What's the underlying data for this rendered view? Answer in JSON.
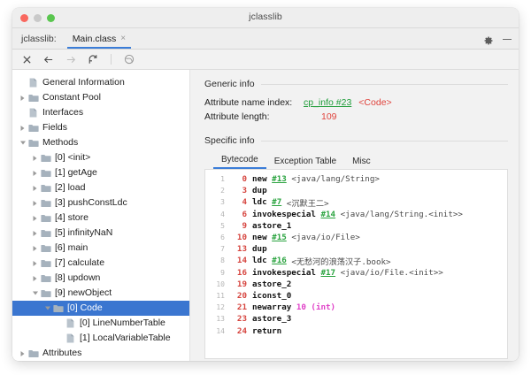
{
  "window": {
    "title": "jclasslib",
    "traffic_lights": [
      "close-red",
      "minimize-yellow",
      "zoom-green"
    ]
  },
  "tabbar": {
    "project_label": "jclasslib:",
    "tab_label": "Main.class",
    "tab_close": "×",
    "settings_icon": "gear-icon",
    "minimize_icon": "minimize-icon"
  },
  "toolbar": {
    "items": [
      {
        "name": "close-icon",
        "glyph": "✕"
      },
      {
        "name": "back-icon",
        "glyph": "←"
      },
      {
        "name": "forward-icon",
        "glyph": "→"
      },
      {
        "name": "reload-icon",
        "glyph": "↻"
      },
      {
        "name": "browse-icon",
        "glyph": "◎"
      }
    ]
  },
  "tree": {
    "items": [
      {
        "label": "General Information",
        "indent": 0,
        "icon": "file-icon",
        "twisty": "none"
      },
      {
        "label": "Constant Pool",
        "indent": 0,
        "icon": "folder-icon",
        "twisty": "collapsed"
      },
      {
        "label": "Interfaces",
        "indent": 0,
        "icon": "file-icon",
        "twisty": "none"
      },
      {
        "label": "Fields",
        "indent": 0,
        "icon": "folder-icon",
        "twisty": "collapsed"
      },
      {
        "label": "Methods",
        "indent": 0,
        "icon": "folder-icon",
        "twisty": "expanded"
      },
      {
        "label": "[0] <init>",
        "indent": 1,
        "icon": "folder-icon",
        "twisty": "collapsed"
      },
      {
        "label": "[1] getAge",
        "indent": 1,
        "icon": "folder-icon",
        "twisty": "collapsed"
      },
      {
        "label": "[2] load",
        "indent": 1,
        "icon": "folder-icon",
        "twisty": "collapsed"
      },
      {
        "label": "[3] pushConstLdc",
        "indent": 1,
        "icon": "folder-icon",
        "twisty": "collapsed"
      },
      {
        "label": "[4] store",
        "indent": 1,
        "icon": "folder-icon",
        "twisty": "collapsed"
      },
      {
        "label": "[5] infinityNaN",
        "indent": 1,
        "icon": "folder-icon",
        "twisty": "collapsed"
      },
      {
        "label": "[6] main",
        "indent": 1,
        "icon": "folder-icon",
        "twisty": "collapsed"
      },
      {
        "label": "[7] calculate",
        "indent": 1,
        "icon": "folder-icon",
        "twisty": "collapsed"
      },
      {
        "label": "[8] updown",
        "indent": 1,
        "icon": "folder-icon",
        "twisty": "collapsed"
      },
      {
        "label": "[9] newObject",
        "indent": 1,
        "icon": "folder-icon",
        "twisty": "expanded"
      },
      {
        "label": "[0] Code",
        "indent": 2,
        "icon": "folder-icon",
        "twisty": "expanded",
        "selected": true
      },
      {
        "label": "[0] LineNumberTable",
        "indent": 3,
        "icon": "file-icon",
        "twisty": "none"
      },
      {
        "label": "[1] LocalVariableTable",
        "indent": 3,
        "icon": "file-icon",
        "twisty": "none"
      },
      {
        "label": "Attributes",
        "indent": 0,
        "icon": "folder-icon",
        "twisty": "collapsed"
      }
    ]
  },
  "detail": {
    "generic_title": "Generic info",
    "specific_title": "Specific info",
    "attr_name_index_key": "Attribute name index:",
    "attr_name_index_link": "cp_info #23",
    "attr_name_index_val": "<Code>",
    "attr_length_key": "Attribute length:",
    "attr_length_val": "109",
    "tabs": [
      {
        "label": "Bytecode",
        "active": true
      },
      {
        "label": "Exception Table",
        "active": false
      },
      {
        "label": "Misc",
        "active": false
      }
    ]
  },
  "bytecode": {
    "lines": [
      {
        "n": "1",
        "offset": "0",
        "op": "new",
        "cp": "#13",
        "comment": "<java/lang/String>",
        "imm": ""
      },
      {
        "n": "2",
        "offset": "3",
        "op": "dup",
        "cp": "",
        "comment": "",
        "imm": ""
      },
      {
        "n": "3",
        "offset": "4",
        "op": "ldc",
        "cp": "#7",
        "comment": "<沉默王二>",
        "imm": ""
      },
      {
        "n": "4",
        "offset": "6",
        "op": "invokespecial",
        "cp": "#14",
        "comment": "<java/lang/String.<init>>",
        "imm": ""
      },
      {
        "n": "5",
        "offset": "9",
        "op": "astore_1",
        "cp": "",
        "comment": "",
        "imm": ""
      },
      {
        "n": "6",
        "offset": "10",
        "op": "new",
        "cp": "#15",
        "comment": "<java/io/File>",
        "imm": ""
      },
      {
        "n": "7",
        "offset": "13",
        "op": "dup",
        "cp": "",
        "comment": "",
        "imm": ""
      },
      {
        "n": "8",
        "offset": "14",
        "op": "ldc",
        "cp": "#16",
        "comment": "<无愁河的浪荡汉子.book>",
        "imm": ""
      },
      {
        "n": "9",
        "offset": "16",
        "op": "invokespecial",
        "cp": "#17",
        "comment": "<java/io/File.<init>>",
        "imm": ""
      },
      {
        "n": "10",
        "offset": "19",
        "op": "astore_2",
        "cp": "",
        "comment": "",
        "imm": ""
      },
      {
        "n": "11",
        "offset": "20",
        "op": "iconst_0",
        "cp": "",
        "comment": "",
        "imm": ""
      },
      {
        "n": "12",
        "offset": "21",
        "op": "newarray",
        "cp": "",
        "comment": "",
        "imm": "10 (int)"
      },
      {
        "n": "13",
        "offset": "23",
        "op": "astore_3",
        "cp": "",
        "comment": "",
        "imm": ""
      },
      {
        "n": "14",
        "offset": "24",
        "op": "return",
        "cp": "",
        "comment": "",
        "imm": ""
      }
    ]
  },
  "colors": {
    "accent": "#3b7dd8",
    "selection": "#3b76d0",
    "offset_red": "#d6453f",
    "cp_green": "#2aa33f",
    "immediate_magenta": "#e040c8"
  }
}
